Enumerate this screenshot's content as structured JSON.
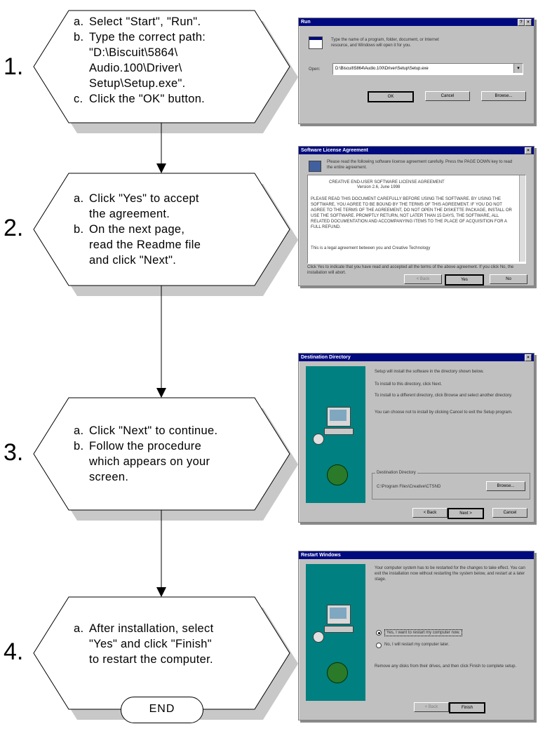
{
  "steps": [
    {
      "number": "1.",
      "lines": [
        {
          "mark": "a.",
          "text": "Select \"Start\", \"Run\"."
        },
        {
          "mark": "b.",
          "text": "Type the correct path:"
        },
        {
          "mark": "",
          "text": "\"D:\\Biscuit\\5864\\"
        },
        {
          "mark": "",
          "text": "Audio.100\\Driver\\"
        },
        {
          "mark": "",
          "text": "Setup\\Setup.exe\"."
        },
        {
          "mark": "c.",
          "text": "Click the \"OK\" button."
        }
      ]
    },
    {
      "number": "2.",
      "lines": [
        {
          "mark": "a.",
          "text": "Click \"Yes\" to accept"
        },
        {
          "mark": "",
          "text": "the agreement."
        },
        {
          "mark": "b.",
          "text": "On the next page,"
        },
        {
          "mark": "",
          "text": "read the Readme file"
        },
        {
          "mark": "",
          "text": "and click \"Next\"."
        }
      ]
    },
    {
      "number": "3.",
      "lines": [
        {
          "mark": "a.",
          "text": "Click \"Next\" to continue."
        },
        {
          "mark": "b.",
          "text": "Follow the procedure"
        },
        {
          "mark": "",
          "text": "which appears on your"
        },
        {
          "mark": "",
          "text": "screen."
        }
      ]
    },
    {
      "number": "4.",
      "lines": [
        {
          "mark": "a.",
          "text": "After installation, select"
        },
        {
          "mark": "",
          "text": "\"Yes\" and click \"Finish\""
        },
        {
          "mark": "",
          "text": "to restart the computer."
        }
      ]
    }
  ],
  "end_label": "END",
  "screens": {
    "run": {
      "title": "Run",
      "message_l1": "Type the name of a program, folder, document, or Internet",
      "message_l2": "resource, and Windows will open it for you.",
      "open_label": "Open:",
      "path": "D:\\Biscuit\\5864\\Audio.100\\Driver\\Setup\\Setup.exe",
      "ok": "OK",
      "cancel": "Cancel",
      "browse": "Browse..."
    },
    "license": {
      "title": "Software License Agreement",
      "intro": "Please read the following software license agreement carefully. Press the PAGE DOWN key to read the entire agreement.",
      "heading_l1": "CREATIVE END-USER SOFTWARE LICENSE AGREEMENT",
      "heading_l2": "Version 2.6, June 1998",
      "body": "PLEASE READ THIS DOCUMENT CAREFULLY BEFORE USING THE SOFTWARE. BY USING THE SOFTWARE, YOU AGREE TO BE BOUND BY THE TERMS OF THIS AGREEMENT. IF YOU DO NOT AGREE TO THE TERMS OF THE AGREEMENT, DO NOT OPEN THE DISKETTE PACKAGE, INSTALL OR USE THE SOFTWARE. PROMPTLY RETURN, NOT LATER THAN 15 DAYS, THE SOFTWARE, ALL RELATED DOCUMENTATION AND ACCOMPANYING ITEMS TO THE PLACE OF ACQUISITION FOR A FULL REFUND.",
      "legal": "This is a legal agreement between you and Creative Technology",
      "question": "Click Yes to indicate that you have read and accepted all the terms of the above agreement. If you click No, the installation will abort.",
      "back": "< Back",
      "yes": "Yes",
      "no": "No"
    },
    "destination": {
      "title": "Destination Directory",
      "p1": "Setup will install the software in the directory shown below.",
      "p2": "To install to this directory, click Next.",
      "p3": "To install to a different directory, click Browse and select another directory.",
      "p4": "You can choose not to install by clicking Cancel to exit the Setup program.",
      "group_label": "Destination Directory",
      "dir": "C:\\Program Files\\Creative\\CTSND",
      "browse": "Browse...",
      "back": "< Back",
      "next": "Next >",
      "cancel": "Cancel"
    },
    "restart": {
      "title": "Restart Windows",
      "p1": "Your computer system has to be restarted for the changes to take effect. You can exit the installation now without restarting the system below, and restart at a later stage.",
      "opt_yes": "Yes, I want to restart my computer now.",
      "opt_no": "No, I will restart my computer later.",
      "p2": "Remove any disks from their drives, and then click Finish to complete setup.",
      "back": "< Back",
      "finish": "Finish"
    }
  }
}
